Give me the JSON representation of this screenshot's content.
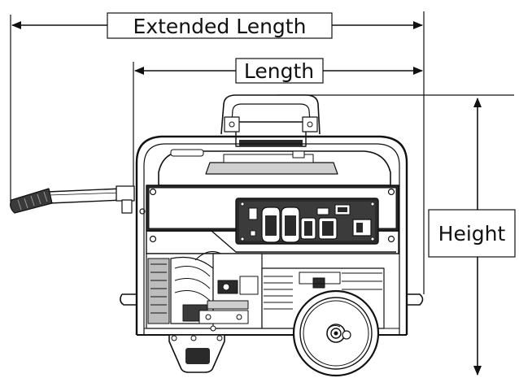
{
  "dimensions": {
    "extended_length": "Extended Length",
    "length": "Length",
    "height": "Height"
  },
  "colors": {
    "ink": "#111111",
    "paper": "#ffffff",
    "panel_dark": "#2a2a2a",
    "panel_mid": "#8a8a8a",
    "panel_light": "#d9d9d9"
  },
  "icons": [
    "arrow-left-icon",
    "arrow-right-icon",
    "arrow-up-icon",
    "arrow-down-icon",
    "wheel-icon",
    "handle-grip-icon",
    "outlet-icon"
  ]
}
